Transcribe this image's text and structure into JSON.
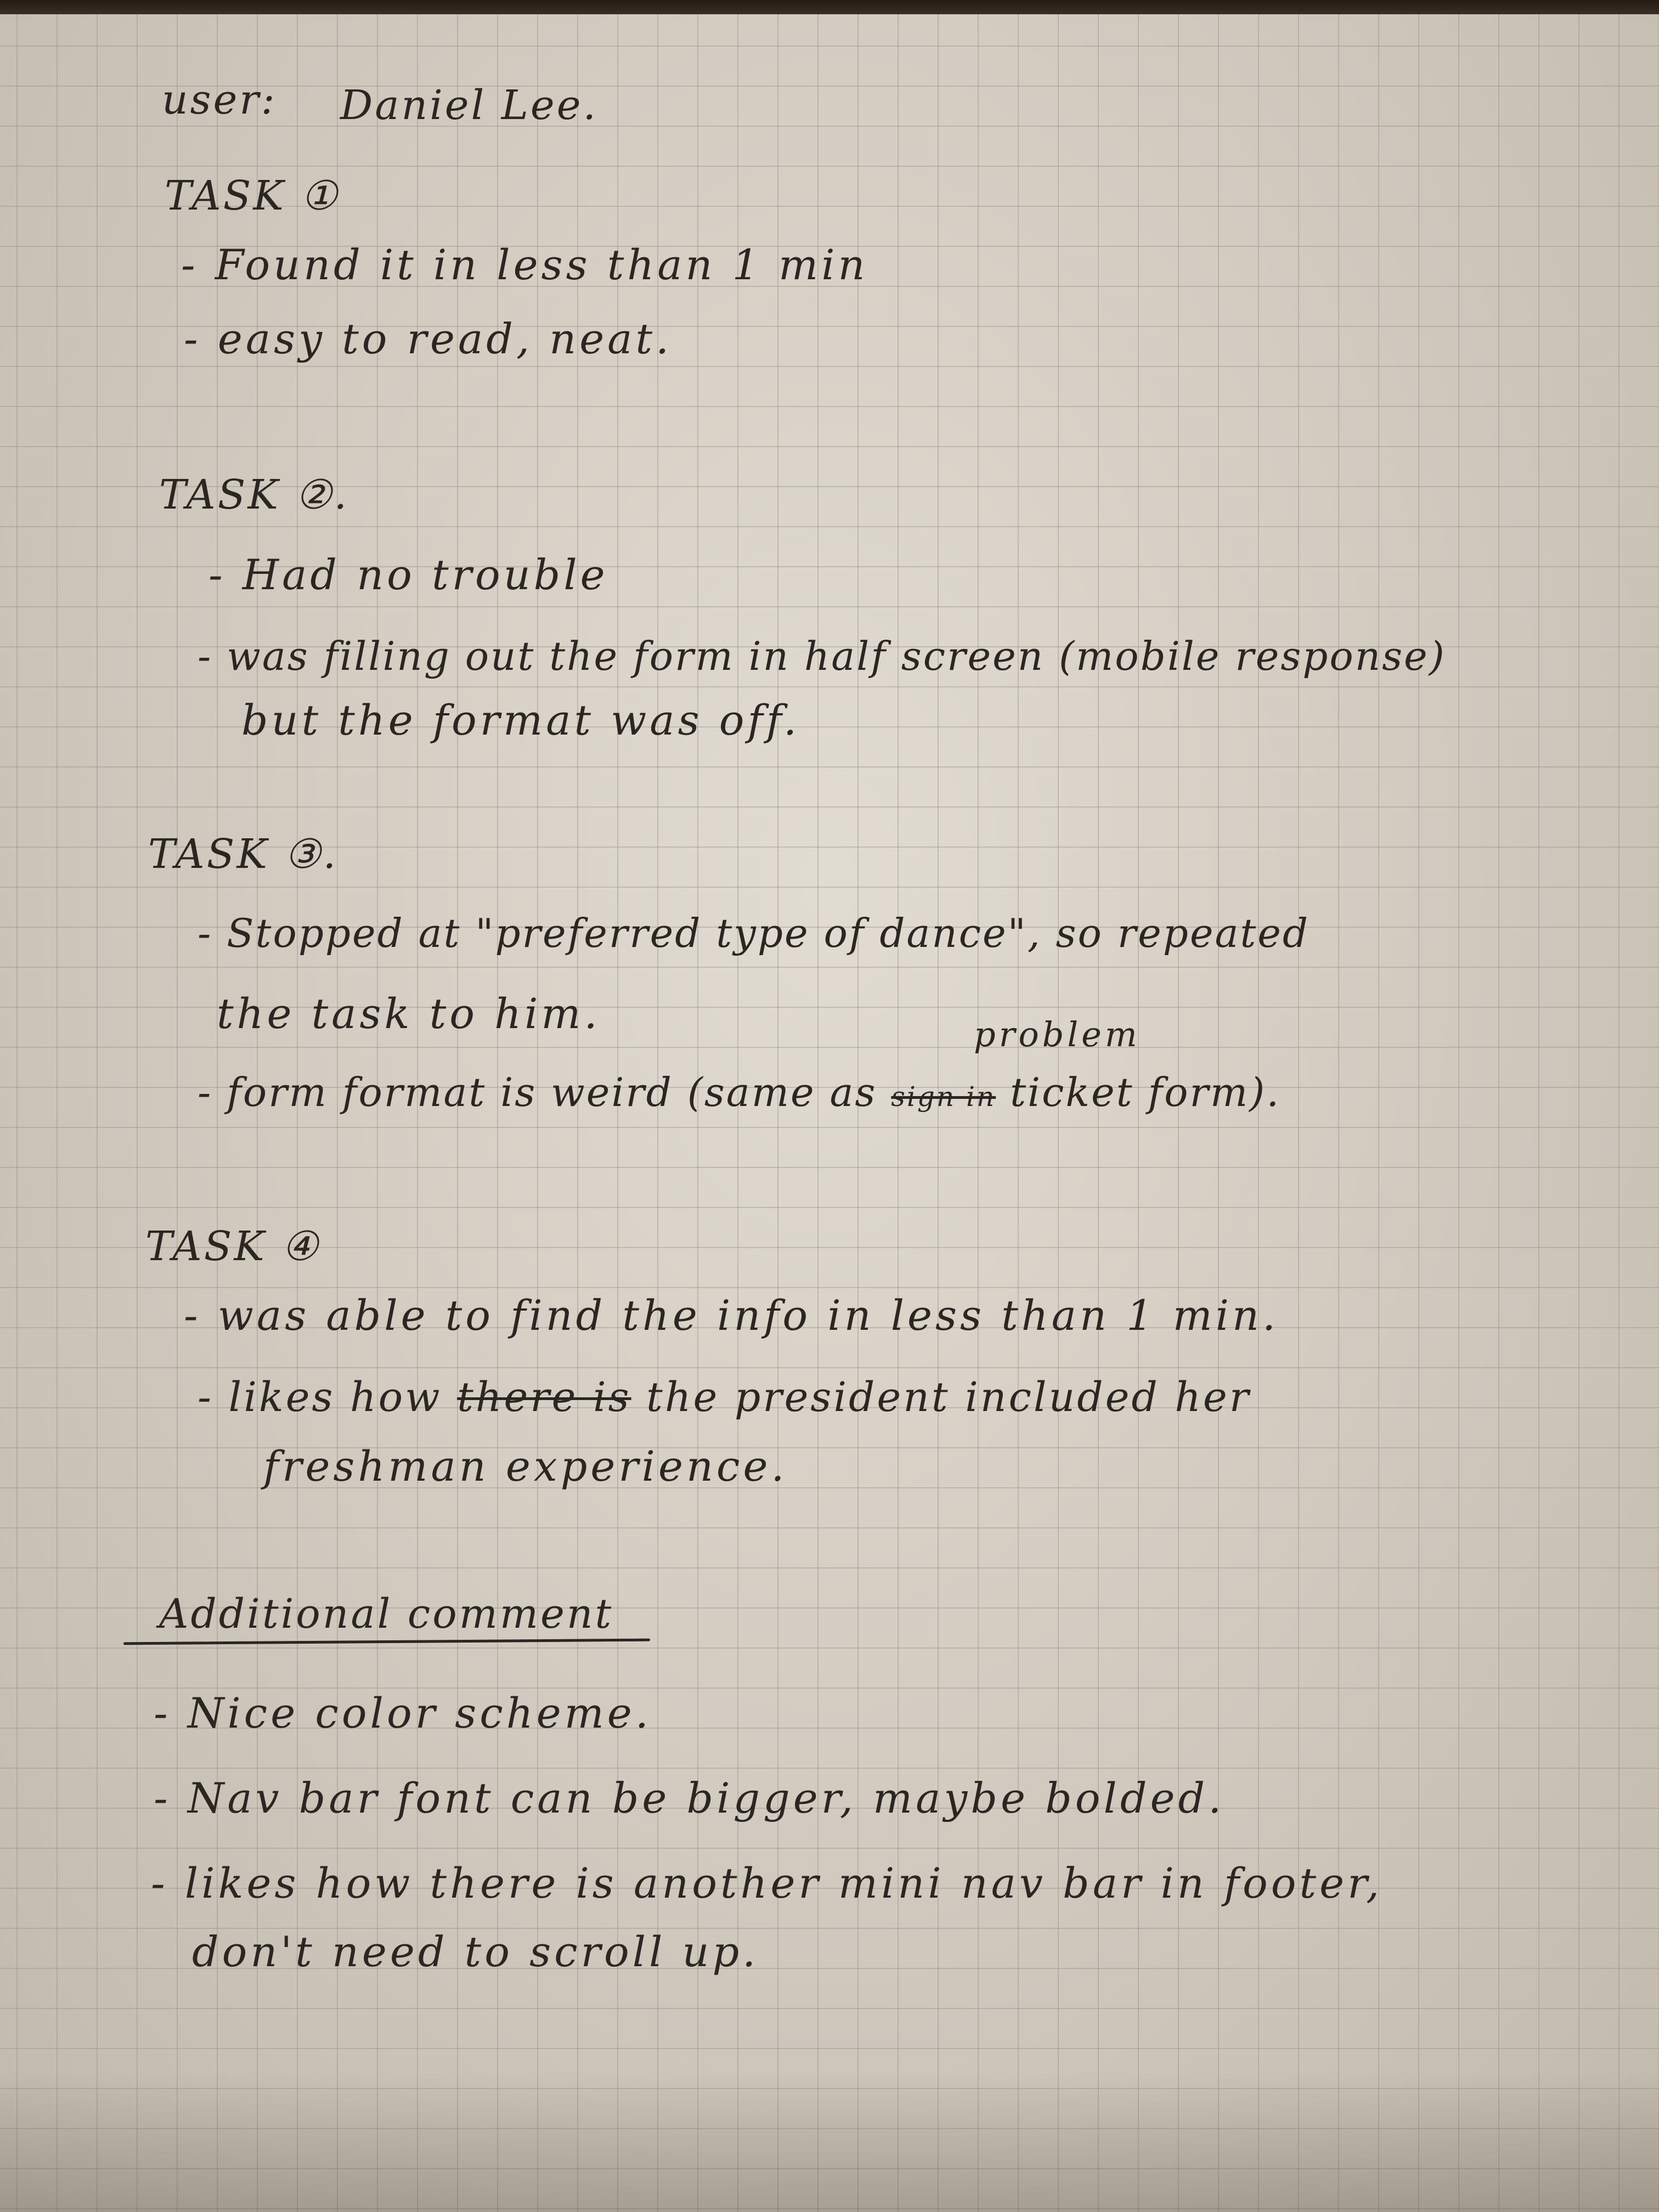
{
  "user": {
    "label": "user:",
    "name": "Daniel Lee."
  },
  "task1": {
    "heading": "TASK ①",
    "lines": [
      "- Found it in less than 1 min",
      "- easy to read, neat."
    ]
  },
  "task2": {
    "heading": "TASK ②.",
    "lines": [
      "- Had no trouble",
      "- was filling out the form in half screen (mobile response)",
      "but the format was off."
    ]
  },
  "task3": {
    "heading": "TASK ③.",
    "lines": [
      "- Stopped at \"preferred type of dance\", so repeated",
      "the task to him."
    ],
    "insertion": "problem",
    "form_line_start": "- form format is weird (same as",
    "form_line_struck": "sign in",
    "form_line_end": "ticket form)."
  },
  "task4": {
    "heading": "TASK ④",
    "line1": "- was able to find the info in less than 1 min.",
    "line2_start": "- likes how",
    "line2_struck": "there is",
    "line2_end": "the president included her",
    "line3": "freshman experience."
  },
  "additional": {
    "heading": "Additional comment",
    "lines": [
      "- Nice color scheme.",
      "- Nav bar font can be bigger, maybe bolded.",
      "- likes how there is another mini nav bar in footer,",
      "don't need to scroll up."
    ]
  }
}
